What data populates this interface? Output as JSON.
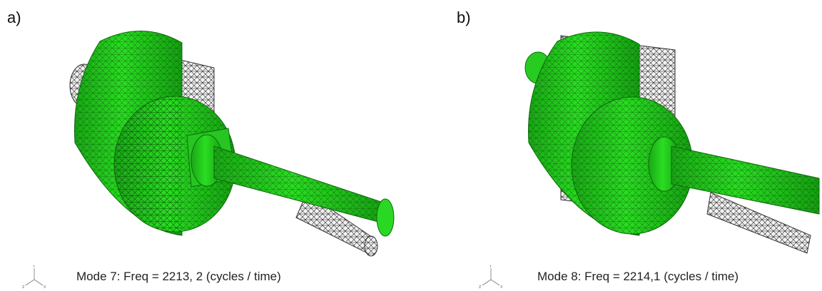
{
  "panels": [
    {
      "label": "a)",
      "caption": "Mode 7: Freq = 2213, 2 (cycles / time)",
      "triad_axes": [
        "Y",
        "Z",
        "X"
      ]
    },
    {
      "label": "b)",
      "caption": "Mode 8: Freq = 2214,1 (cycles / time)",
      "triad_axes": [
        "Y",
        "Z",
        "X"
      ]
    }
  ],
  "colors": {
    "deformed_mesh": "#22cc1e",
    "undeformed_mesh": "#d0d0d0",
    "mesh_lines": "#111111"
  }
}
